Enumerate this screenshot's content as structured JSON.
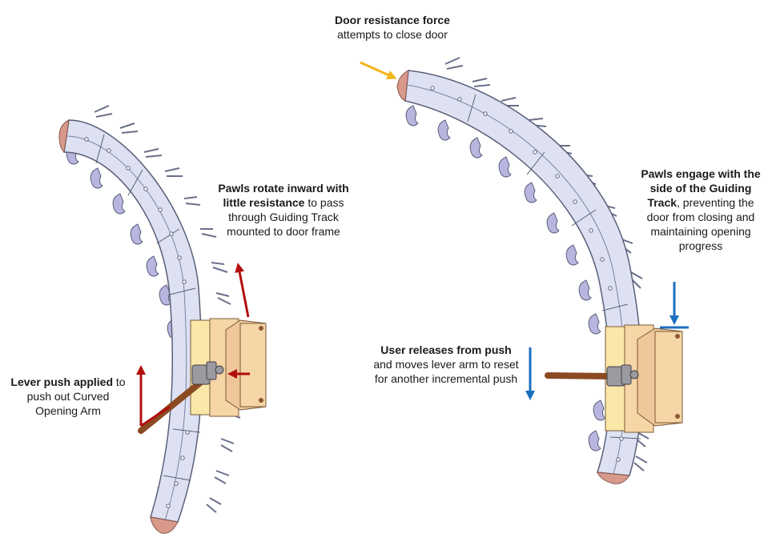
{
  "colors": {
    "track_fill": "#dde1f2",
    "track_stroke": "#5a5f78",
    "pawl_fill": "#b8b6e0",
    "carriage_fill": "#f6d5a6",
    "carriage_light": "#fbe7a8",
    "lever": "#8a4a22",
    "end_cap": "#d9998a",
    "red_arrow": "#b10e0e",
    "blue_arrow": "#1b6fbf",
    "yellow_arrow": "#f2b618"
  },
  "labels": {
    "door_resistance": {
      "bold": "Door resistance force",
      "rest": " attempts to close door"
    },
    "pawls_rotate": {
      "bold": "Pawls rotate inward with little resistance",
      "rest": " to pass through Guiding Track mounted to door frame"
    },
    "pawls_engage": {
      "bold": "Pawls engage with the side of the Guiding Track",
      "rest": ", preventing the door from closing and maintaining opening progress"
    },
    "lever_push": {
      "bold": "Lever push applied",
      "rest": " to push out Curved Opening Arm"
    },
    "user_releases": {
      "bold": "User releases from push",
      "rest": " and moves lever arm to reset for another incremental push"
    }
  }
}
